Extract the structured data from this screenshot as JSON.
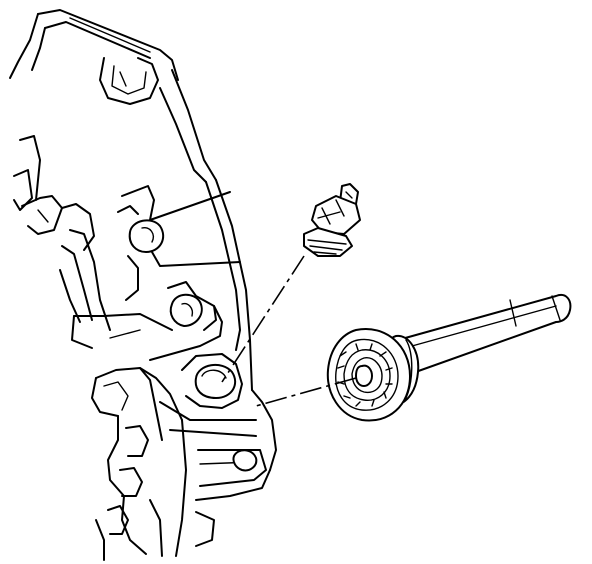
{
  "figure": {
    "description_visible_text": "",
    "colors": {
      "line": "#000000",
      "background": "#ffffff"
    },
    "parts": [
      {
        "id": "housing",
        "icon": "engine-housing-icon"
      },
      {
        "id": "sensor",
        "icon": "threaded-sensor-icon"
      },
      {
        "id": "installer-tool",
        "icon": "seal-installer-tool-icon"
      }
    ]
  }
}
